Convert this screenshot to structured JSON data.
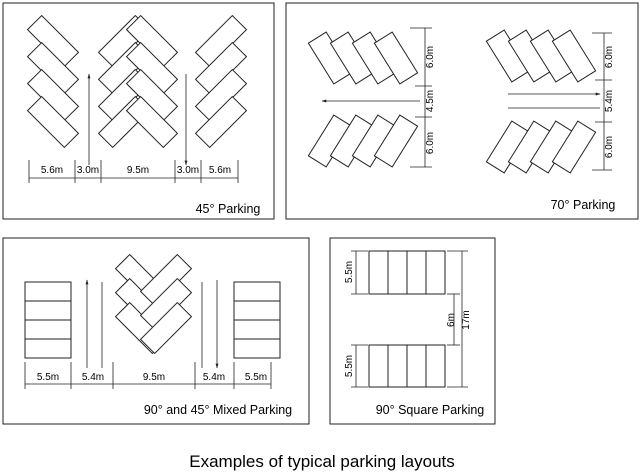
{
  "caption": "Examples of typical parking layouts",
  "panels": {
    "p45": {
      "label": "45° Parking",
      "dims": [
        "5.6m",
        "3.0m",
        "9.5m",
        "3.0m",
        "5.6m"
      ]
    },
    "p70": {
      "label": "70° Parking",
      "dims": [
        "6.0m",
        "4.5m",
        "6.0m",
        "6.0m",
        "5.4m",
        "6.0m"
      ]
    },
    "pmixed": {
      "label": "90° and 45° Mixed Parking",
      "dims": [
        "5.5m",
        "5.4m",
        "9.5m",
        "5.4m",
        "5.5m"
      ]
    },
    "psquare": {
      "label": "90° Square Parking",
      "dims": [
        "5.5m",
        "6m",
        "17m",
        "5.5m"
      ]
    }
  }
}
